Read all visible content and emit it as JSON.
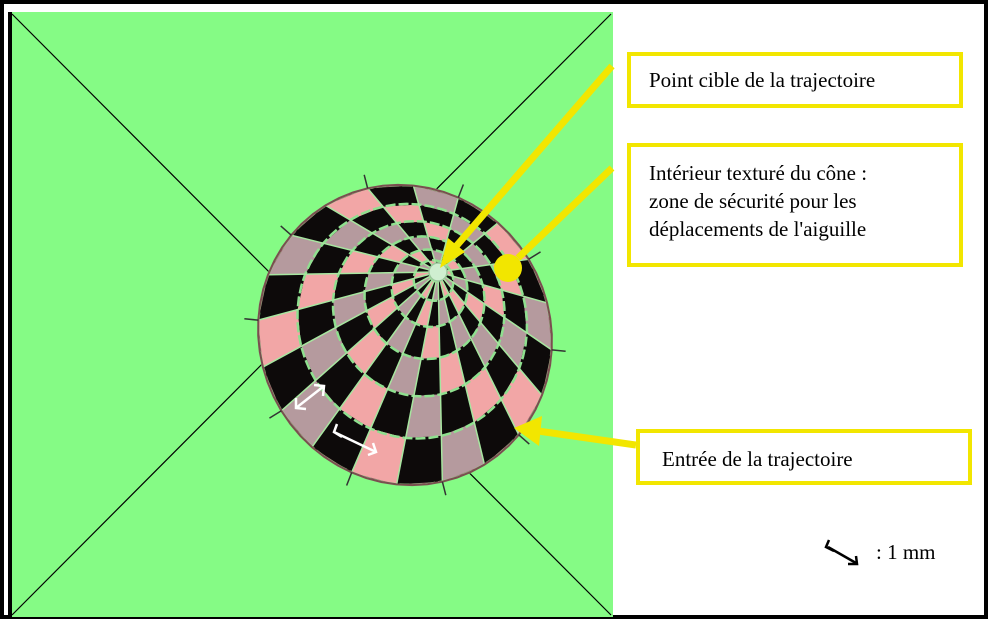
{
  "callouts": {
    "target": "Point cible de la trajectoire",
    "interior": [
      "Intérieur texturé du cône :",
      "zone de sécurité pour les",
      "déplacements de l'aiguille"
    ],
    "entry": "Entrée de la trajectoire"
  },
  "legend": {
    "label": ": 1 mm"
  },
  "colors": {
    "background": "#85fb85",
    "callout_yellow": "#f2e600",
    "cone_black": "#0d0a0a",
    "cone_pink": "#f2a6a6",
    "cone_mauve": "#b59a9e",
    "cone_rim": "#9a6f6f"
  }
}
